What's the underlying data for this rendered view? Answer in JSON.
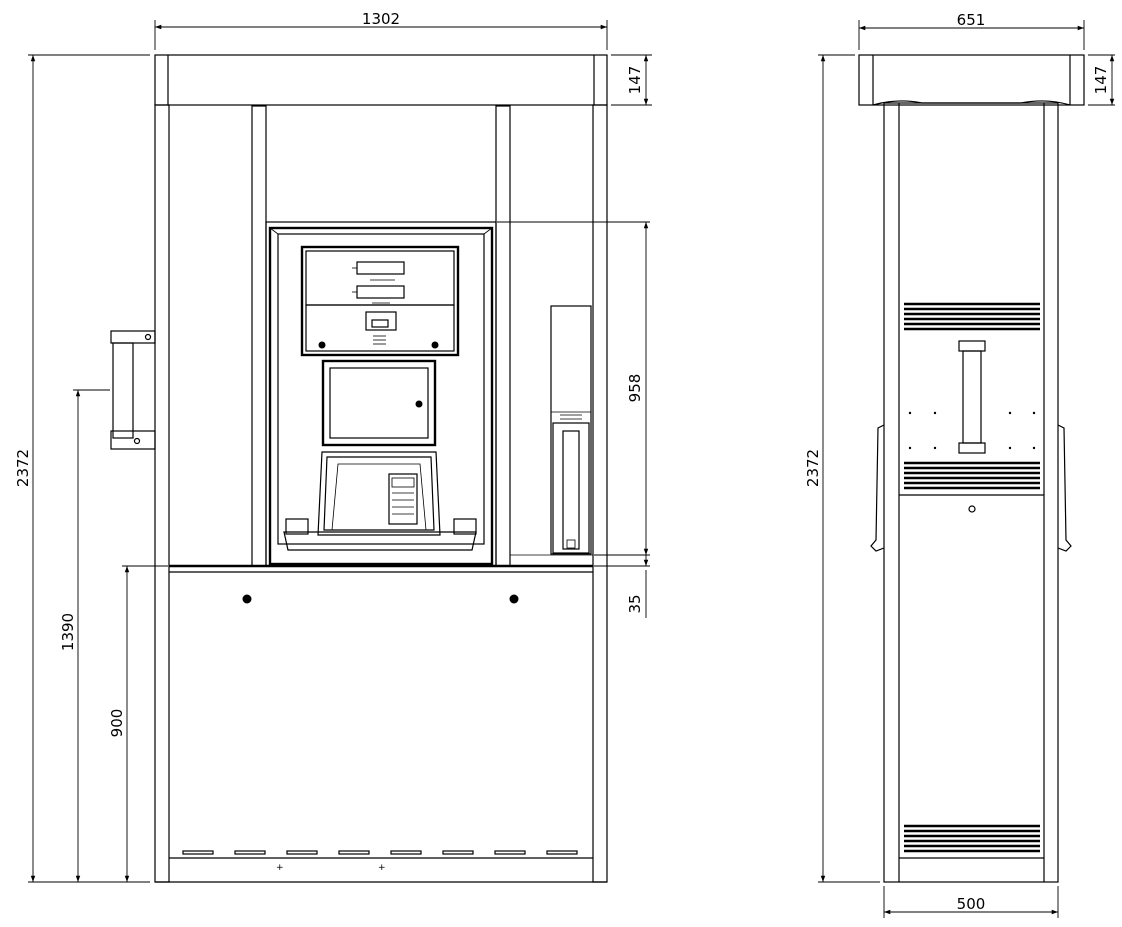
{
  "front_view": {
    "width_dim": "1302",
    "canopy_height_dim": "147",
    "total_height_dim": "2372",
    "handle_height_dim": "1390",
    "base_height_dim": "900",
    "housing_height_dim": "958",
    "gap_dim": "35"
  },
  "side_view": {
    "canopy_width_dim": "651",
    "canopy_height_dim": "147",
    "total_height_dim": "2372",
    "base_width_dim": "500"
  }
}
